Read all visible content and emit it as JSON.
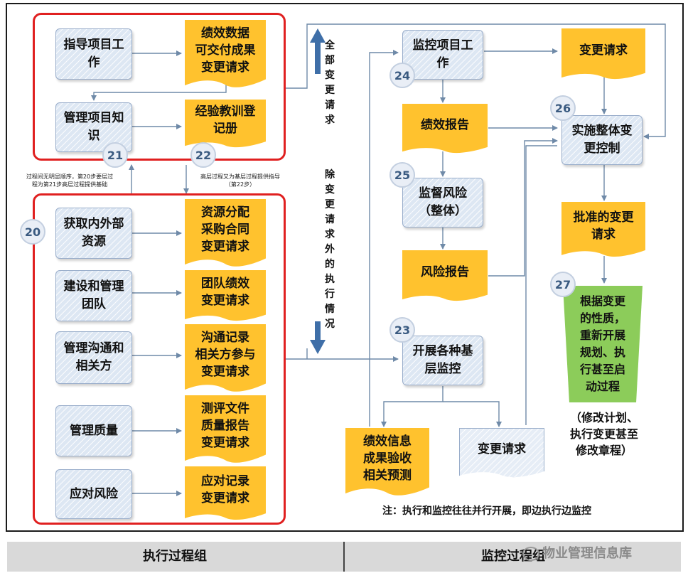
{
  "colors": {
    "document": "#ffc22e",
    "process": "#dde7f3",
    "group_border": "#e02020",
    "final": "#8ccc5a",
    "arrow": "#6f8aa8"
  },
  "exec": {
    "p_direct": "指导项目工\n作",
    "d_direct": "绩效数据\n可交付成果\n变更请求",
    "p_knowledge": "管理项目知\n识",
    "d_knowledge": "经验教训登\n记册",
    "p_acquire": "获取内外部\n资源",
    "d_acquire": "资源分配\n采购合同\n变更请求",
    "p_team": "建设和管理\n团队",
    "d_team": "团队绩效\n变更请求",
    "p_comm": "管理沟通和\n相关方",
    "d_comm": "沟通记录\n相关方参与\n变更请求",
    "p_quality": "管理质量",
    "d_quality": "测评文件\n质量报告\n变更请求",
    "p_risk": "应对风险",
    "d_risk": "应对记录\n变更请求"
  },
  "monitor": {
    "p_monitor": "监控项目工\n作",
    "d_change_req": "变更请求",
    "d_perf_report": "绩效报告",
    "p_ic": "实施整体变\n更控制",
    "p_risk": "监督风险\n（整体）",
    "d_approved": "批准的变更\n请求",
    "d_risk_report": "风险报告",
    "final": "根据变更\n的性质，\n重新开展\n规划、执\n行甚至启\n动过程",
    "final_note": "（修改计划、\n执行变更甚至\n修改章程）",
    "p_various": "开展各种基\n层监控",
    "d_perf_info": "绩效信息\n成果验收\n相关预测",
    "d_change_req2": "变更请求"
  },
  "numbers": {
    "n20": "20",
    "n21": "21",
    "n22": "22",
    "n23": "23",
    "n24": "24",
    "n25": "25",
    "n26": "26",
    "n27": "27"
  },
  "annotations": {
    "left_note": "过程间无明显顺序，第20步要层过\n程为第21步高层过程提供基础",
    "right_note": "高层过程又为基层过程提供指导\n（第22步）",
    "vertical_top": "全部变更请求",
    "vertical_bottom": "除变更请求外的执行情况",
    "bottom_note": "注：执行和监控往往并行开展，即边执行边监控"
  },
  "footer": {
    "left": "执行过程组",
    "right": "监控过程组",
    "watermark": "物业管理信息库"
  }
}
